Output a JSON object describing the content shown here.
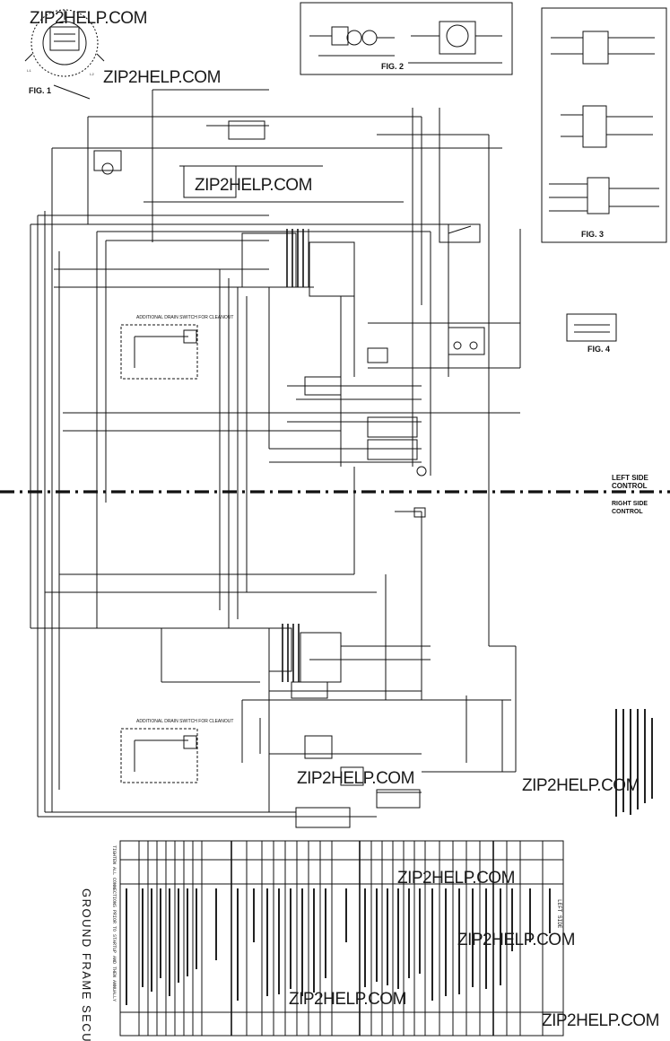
{
  "watermark": "ZIP2HELP.COM",
  "figures": {
    "fig1": "FIG. 1",
    "fig2": "FIG. 2",
    "fig3": "FIG. 3",
    "fig4": "FIG. 4"
  },
  "sides": {
    "left_line1": "LEFT SIDE",
    "left_line2": "CONTROL",
    "right_line1": "RIGHT SIDE",
    "right_line2": "CONTROL"
  },
  "subpanels": {
    "upper_title": "ADDITIONAL DRAIN SWITCH FOR CLEANOUT",
    "lower_title": "ADDITIONAL DRAIN SWITCH FOR CLEANOUT"
  },
  "notes": {
    "ground_frame": "GROUND FRAME SECURELY",
    "ground_note": "TIGHTEN ALL CONNECTIONS PRIOR TO STARTUP AND THEN ANNUALLY",
    "table_title": "LEFT SIDE"
  }
}
